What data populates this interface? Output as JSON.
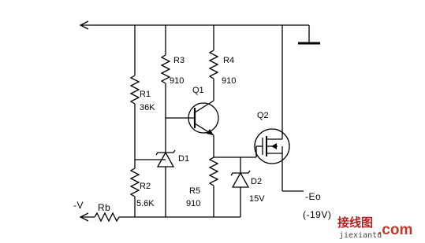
{
  "diagram": {
    "labels": {
      "r1_name": "R1",
      "r1_value": "36K",
      "r2_name": "R2",
      "r2_value": "5.6K",
      "r3_name": "R3",
      "r3_value": "910",
      "r4_name": "R4",
      "r4_value": "910",
      "r5_name": "R5",
      "r5_value": "910",
      "q1_name": "Q1",
      "q2_name": "Q2",
      "d1_name": "D1",
      "d2_name": "D2",
      "d2_value": "15V",
      "rb_name": "Rb",
      "input_label": "-V",
      "output_label": "-Eo",
      "output_value": "(-19V)"
    }
  },
  "watermark": {
    "chinese": "接线图",
    "com": ".com",
    "url": "jiexiantu"
  }
}
